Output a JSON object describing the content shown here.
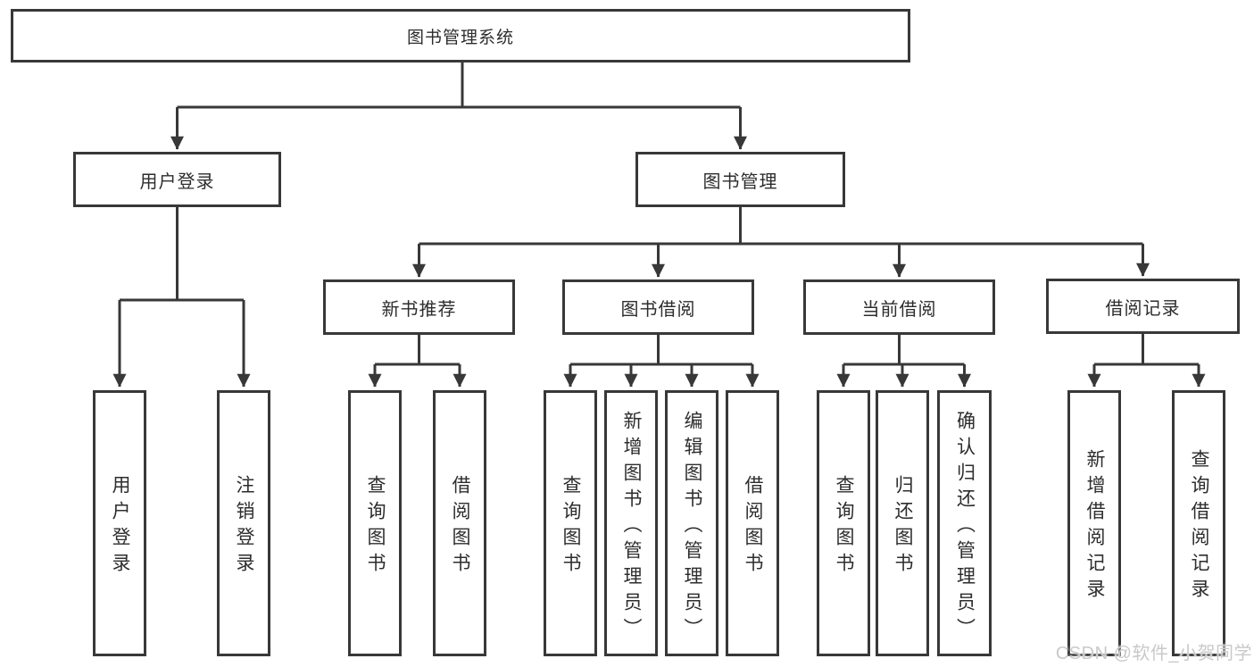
{
  "diagram": {
    "root_label": "图书管理系统",
    "level2": {
      "user_login": "用户登录",
      "book_management": "图书管理"
    },
    "level3": {
      "new_book_recommend": "新书推荐",
      "book_borrowing": "图书借阅",
      "current_borrowing": "当前借阅",
      "borrowing_records": "借阅记录"
    },
    "leaves": {
      "user_login": [
        "用户登录",
        "注销登录"
      ],
      "new_book_recommend": [
        "查询图书",
        "借阅图书"
      ],
      "book_borrowing": [
        "查询图书",
        "新增图书（管理员）",
        "编辑图书（管理员）",
        "借阅图书"
      ],
      "current_borrowing": [
        "查询图书",
        "归还图书",
        "确认归还（管理员）"
      ],
      "borrowing_records": [
        "新增借阅记录",
        "查询借阅记录"
      ]
    }
  },
  "watermark": "CSDN @软件_小贺同学",
  "colors": {
    "line": "#383838",
    "text": "#2d2d2d",
    "background": "#ffffff",
    "watermark": "#c9c9c9"
  }
}
